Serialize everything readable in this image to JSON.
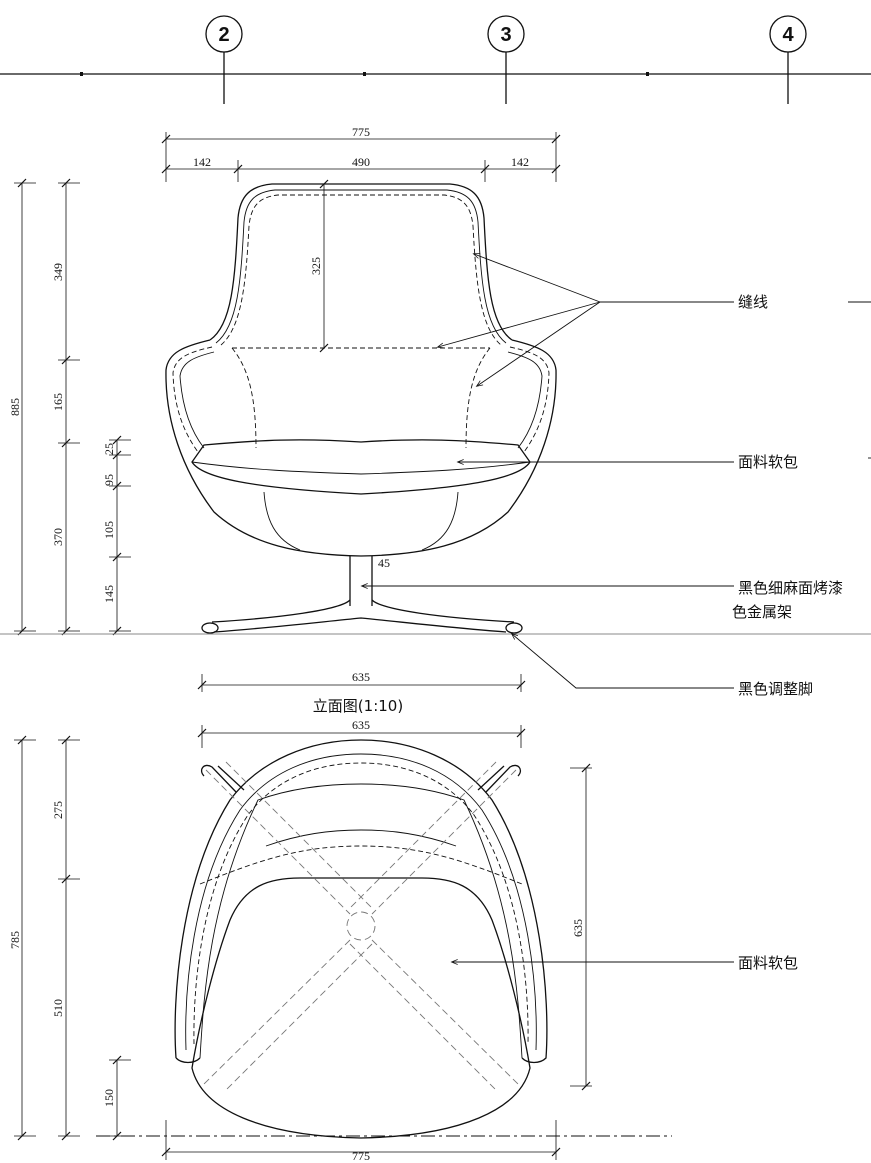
{
  "grid": {
    "axes": [
      "2",
      "3",
      "4"
    ]
  },
  "elevation": {
    "title": "立面图(1:10)",
    "widths": {
      "overall": "775",
      "side_left": "142",
      "back": "490",
      "side_right": "142"
    },
    "heights": {
      "total": "885",
      "upper": "349",
      "mid": "165",
      "lower": "370",
      "back_inner": "325"
    },
    "seat": {
      "d25": "25",
      "d95": "95",
      "d105": "105",
      "d145": "145",
      "d45": "45"
    },
    "base_width": "635"
  },
  "plan": {
    "top_width": "635",
    "bottom_width": "775",
    "heights": {
      "total": "785",
      "upper": "275",
      "lower": "510",
      "front": "150"
    },
    "depth": "635"
  },
  "labels": {
    "seam": "缝线",
    "fabric_upholstery": "面料软包",
    "frame_line1": "黑色细麻面烤漆",
    "frame_line2": "色金属架",
    "adjust_foot": "黑色调整脚",
    "plan_fabric": "面料软包"
  }
}
